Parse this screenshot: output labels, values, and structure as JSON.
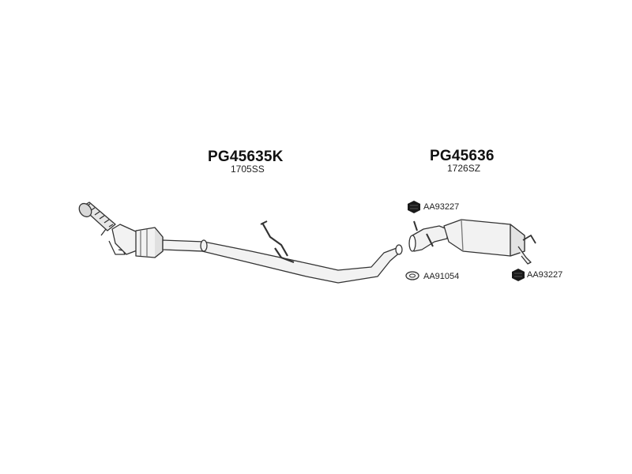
{
  "parts": [
    {
      "code": "PG45635K",
      "ref": "1705SS"
    },
    {
      "code": "PG45636",
      "ref": "1726SZ"
    }
  ],
  "accessories": [
    {
      "code": "AA93227",
      "icon": "rubber-mount-icon"
    },
    {
      "code": "AA91054",
      "icon": "gasket-ring-icon"
    },
    {
      "code": "AA93227",
      "icon": "rubber-mount-icon"
    }
  ],
  "colors": {
    "line": "#333333",
    "fill": "#f2f2f2",
    "dark": "#1a1a1a"
  }
}
